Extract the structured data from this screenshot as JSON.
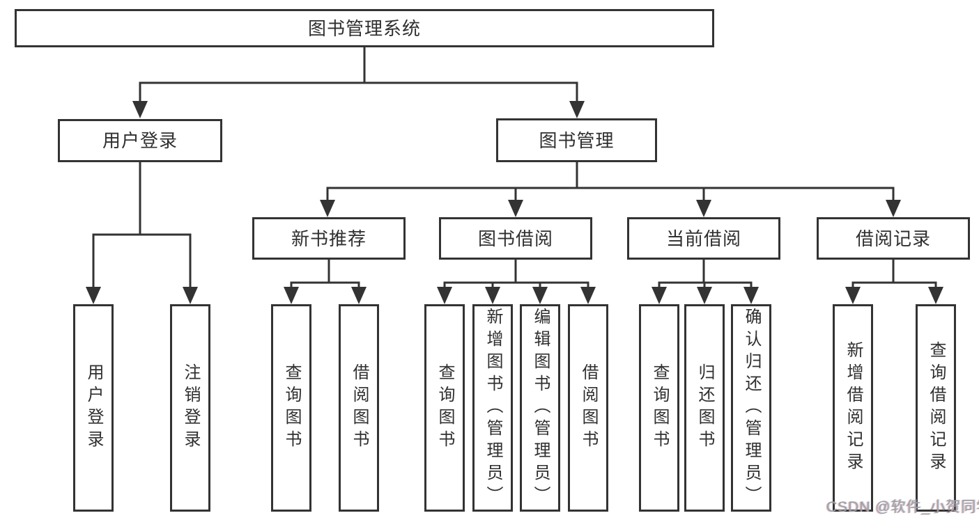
{
  "diagram": {
    "root": {
      "label": "图书管理系统"
    },
    "children": [
      {
        "label": "用户登录",
        "children": [
          {
            "label": "用户登录"
          },
          {
            "label": "注销登录"
          }
        ]
      },
      {
        "label": "图书管理",
        "children": [
          {
            "label": "新书推荐",
            "children": [
              {
                "label": "查询图书"
              },
              {
                "label": "借阅图书"
              }
            ]
          },
          {
            "label": "图书借阅",
            "children": [
              {
                "label": "查询图书"
              },
              {
                "label": "新增图书（管理员）"
              },
              {
                "label": "编辑图书（管理员）"
              },
              {
                "label": "借阅图书"
              }
            ]
          },
          {
            "label": "当前借阅",
            "children": [
              {
                "label": "查询图书"
              },
              {
                "label": "归还图书"
              },
              {
                "label": "确认归还（管理员）"
              }
            ]
          },
          {
            "label": "借阅记录",
            "children": [
              {
                "label": "新增借阅记录"
              },
              {
                "label": "查询借阅记录"
              }
            ]
          }
        ]
      }
    ]
  },
  "watermark": {
    "text": "CSDN @软件_小贺同学",
    "color": "#9aa0a8"
  },
  "colors": {
    "line": "#333333",
    "text": "#2f2f2f",
    "background": "#ffffff"
  }
}
